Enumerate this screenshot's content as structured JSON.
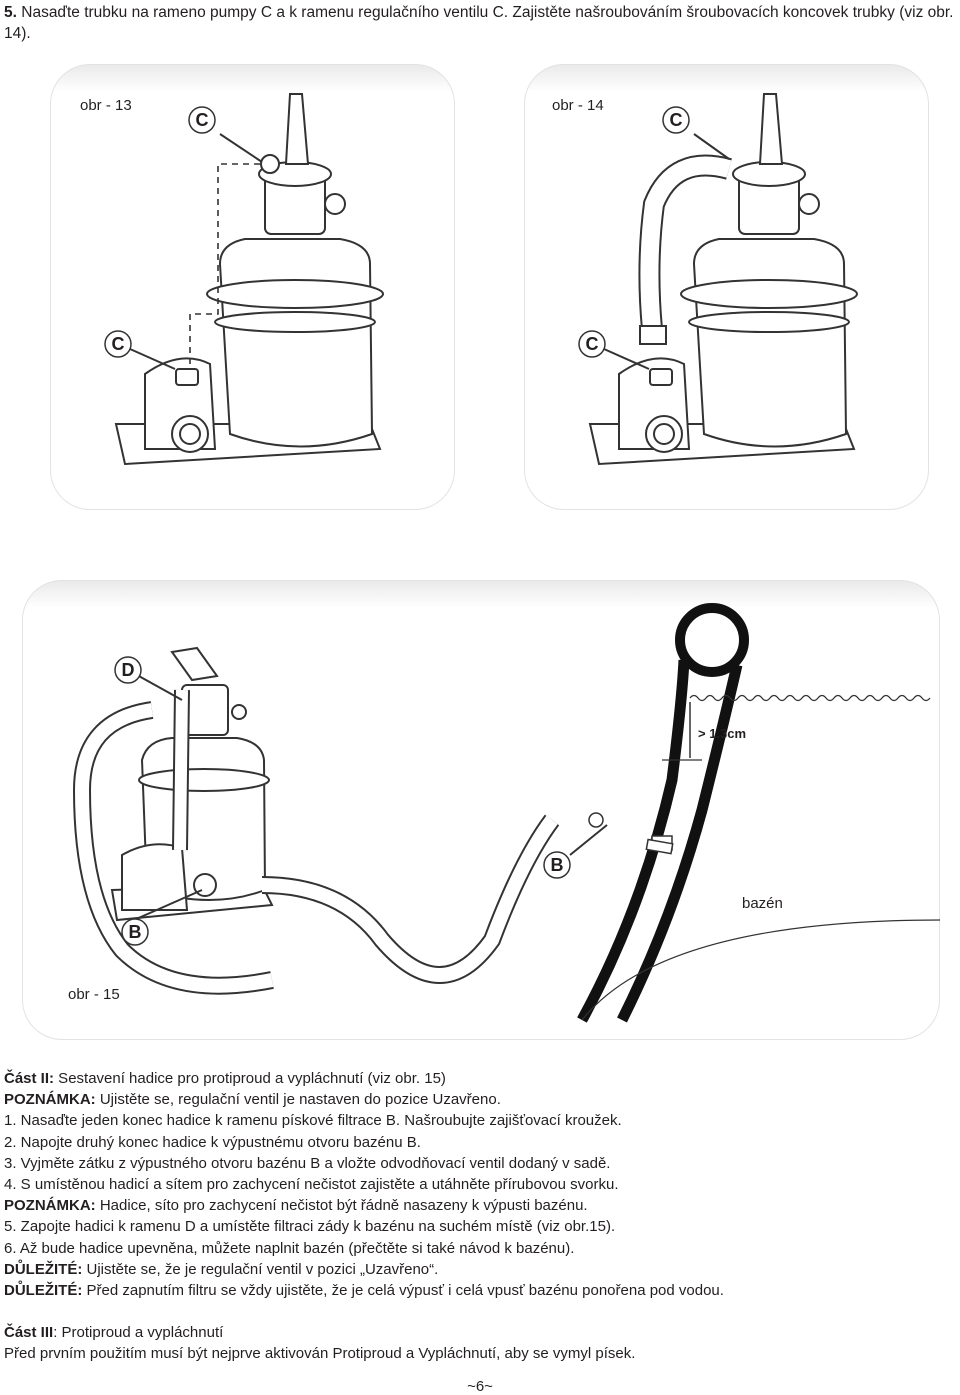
{
  "intro": {
    "number": "5.",
    "text": "Nasaďte trubku na rameno pumpy C a k ramenu regulačního ventilu C. Zajistěte našroubováním šroubovacích koncovek trubky (viz obr. 14)."
  },
  "figures": {
    "fig13": {
      "caption": "obr - 13",
      "label_top": "C",
      "label_bottom": "C"
    },
    "fig14": {
      "caption": "obr - 14",
      "label_top": "C",
      "label_bottom": "C"
    },
    "fig15": {
      "caption": "obr - 15",
      "label_d": "D",
      "label_b_left": "B",
      "label_b_right": "B",
      "measure": "> 1.3cm",
      "pool_label": "bazén"
    }
  },
  "section2": {
    "heading_bold": "Část II:",
    "heading_text": " Sestavení hadice pro protiproud  a vypláchnutí (viz obr. 15)",
    "note1_bold": "POZNÁMKA:",
    "note1_text": " Ujistěte se, regulační ventil je nastaven do pozice Uzavřeno.",
    "step1": "1. Nasaďte jeden konec hadice k ramenu pískové filtrace B. Našroubujte zajišťovací kroužek.",
    "step2": "2. Napojte druhý konec hadice k výpustnému otvoru bazénu B.",
    "step3": "3. Vyjměte zátku z výpustného otvoru bazénu B a vložte odvodňovací ventil dodaný v sadě.",
    "step4": "4. S umístěnou hadicí a sítem pro zachycení nečistot zajistěte a utáhněte přírubovou svorku.",
    "note2_bold": "POZNÁMKA:",
    "note2_text": " Hadice, síto pro zachycení nečistot být řádně nasazeny k výpusti bazénu.",
    "step5": "5. Zapojte hadici k ramenu D a umístěte filtraci zády k bazénu na suchém místě (viz obr.15).",
    "step6": "6. Až bude hadice upevněna, můžete naplnit bazén (přečtěte si také návod k bazénu).",
    "imp1_bold": "DŮLEŽITÉ:",
    "imp1_text": " Ujistěte se, že je regulační ventil v pozici „Uzavřeno“.",
    "imp2_bold": "DŮLEŽITÉ:",
    "imp2_text": " Před zapnutím filtru se vždy ujistěte, že je celá výpusť i celá vpusť bazénu ponořena pod vodou."
  },
  "section3": {
    "heading_bold": "Část III",
    "heading_text": ": Protiproud a vypláchnutí",
    "text": "Před prvním použitím musí být nejprve aktivován Protiproud a Vypláchnutí, aby se vymyl písek."
  },
  "page_number": "~6~"
}
